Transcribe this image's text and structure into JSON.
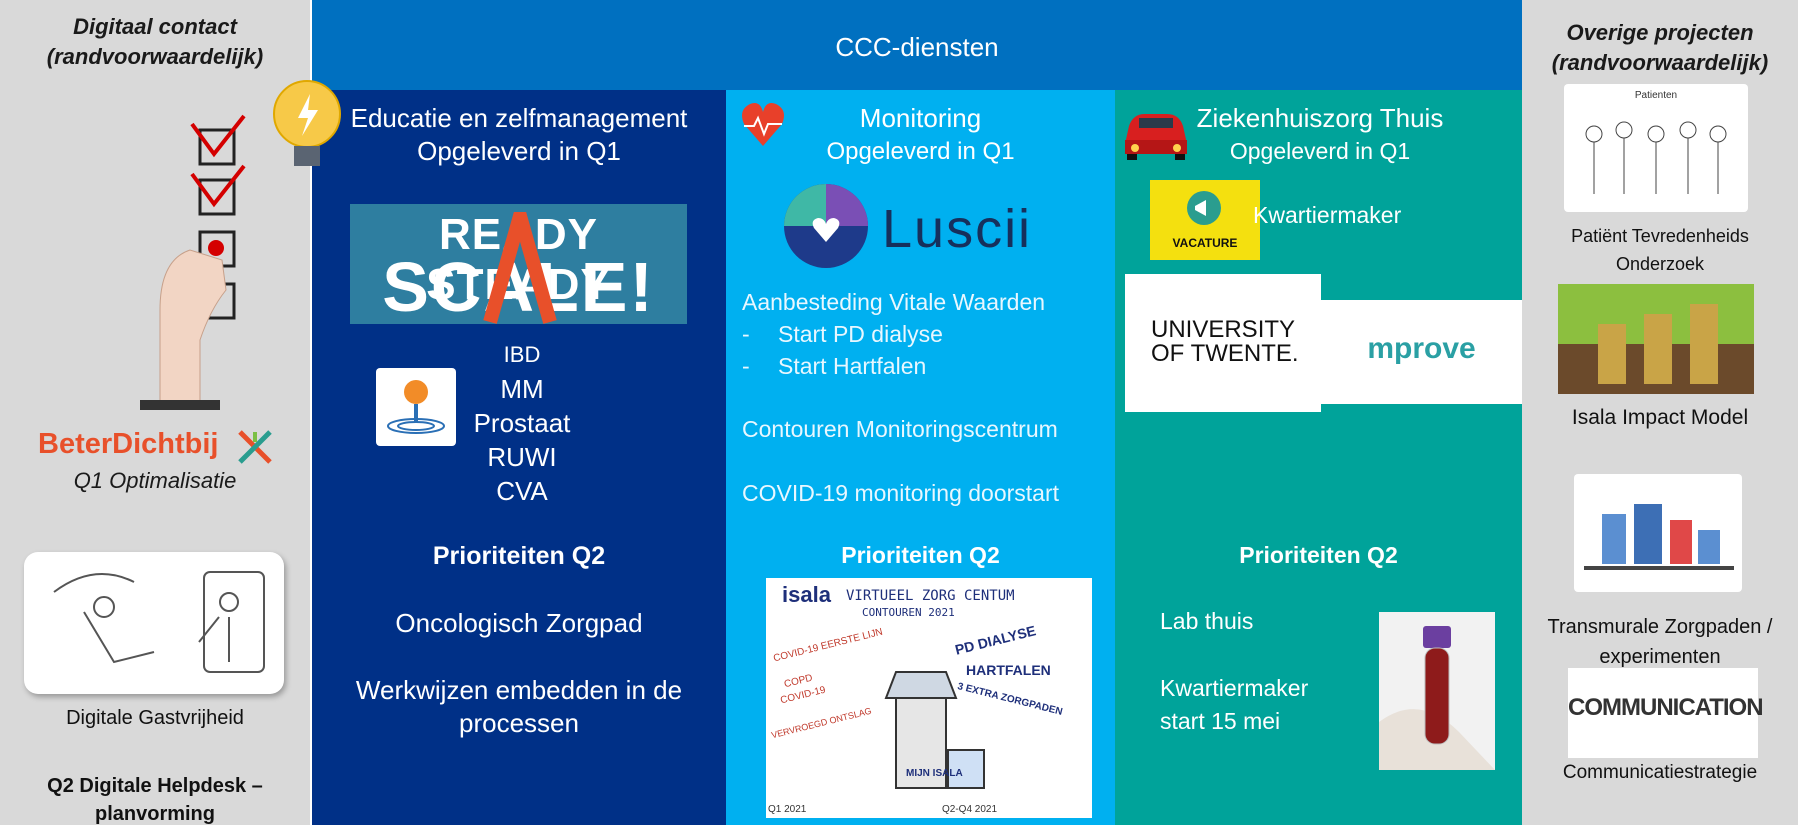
{
  "left": {
    "heading_line1": "Digitaal contact",
    "heading_line2": "(randvoorwaardelijk)",
    "logo_text_beter": "Beter",
    "logo_text_dichtbij": "Dichtbij",
    "optimalisatie": "Q1 Optimalisatie",
    "gastvrijheid": "Digitale Gastvrijheid",
    "helpdesk_line1": "Q2 Digitale Helpdesk –",
    "helpdesk_line2": "planvorming"
  },
  "header": {
    "title": "CCC-diensten"
  },
  "col1": {
    "title": "Educatie en zelfmanagement",
    "subtitle": "Opgeleverd in Q1",
    "banner_line1": "READY STEADY",
    "banner_line2": "SCALE!",
    "items": [
      "IBD",
      "MM",
      "Prostaat",
      "RUWI",
      "CVA"
    ],
    "prio_heading": "Prioriteiten Q2",
    "prio1": "Oncologisch Zorgpad",
    "prio2_line1": "Werkwijzen embedden in de",
    "prio2_line2": "processen"
  },
  "col2": {
    "title": "Monitoring",
    "subtitle": "Opgeleverd in Q1",
    "logo_text": "Luscii",
    "item1": "Aanbesteding Vitale Waarden",
    "item1_sub1": "Start PD dialyse",
    "item1_sub2": "Start Hartfalen",
    "item2": "Contouren Monitoringscentrum",
    "item3": "COVID-19 monitoring doorstart",
    "prio_heading": "Prioriteiten Q2",
    "poster_brand": "isala",
    "poster_title": "VIRTUEEL ZORG CENTUM",
    "poster_sub": "CONTOUREN 2021",
    "poster_labels": [
      "COVID-19 EERSTE LIJN",
      "COPD",
      "COVID-19",
      "VERVROEGD ONTSLAG",
      "PD DIALYSE",
      "HARTFALEN",
      "3 EXTRA ZORGPADEN",
      "MIJN ISALA",
      "Q1 2021",
      "Q2-Q4 2021"
    ]
  },
  "col3": {
    "title": "Ziekenhuiszorg Thuis",
    "subtitle": "Opgeleverd in Q1",
    "vacature": "VACATURE",
    "kwartiermaker": "Kwartiermaker",
    "ut_line1": "UNIVERSITY",
    "ut_line2": "OF TWENTE.",
    "mprove": "mprove",
    "prio_heading": "Prioriteiten Q2",
    "prio1": "Lab thuis",
    "prio2_line1": "Kwartiermaker",
    "prio2_line2": "start  15 mei"
  },
  "right": {
    "heading_line1": "Overige projecten",
    "heading_line2": "(randvoorwaardelijk)",
    "item1_line1": "Patiënt Tevredenheids",
    "item1_line2": "Onderzoek",
    "poster_word": "Patienten",
    "item2": "Isala Impact Model",
    "item3_line1": "Transmurale Zorgpaden /",
    "item3_line2": "experimenten",
    "comm_word": "COMMUNICATION",
    "item4": "Communicatiestrategie"
  },
  "colors": {
    "header": "#0070c0",
    "col1": "#003087",
    "col2": "#00b0f0",
    "col3": "#00a39a",
    "side": "#d9d9d9"
  }
}
